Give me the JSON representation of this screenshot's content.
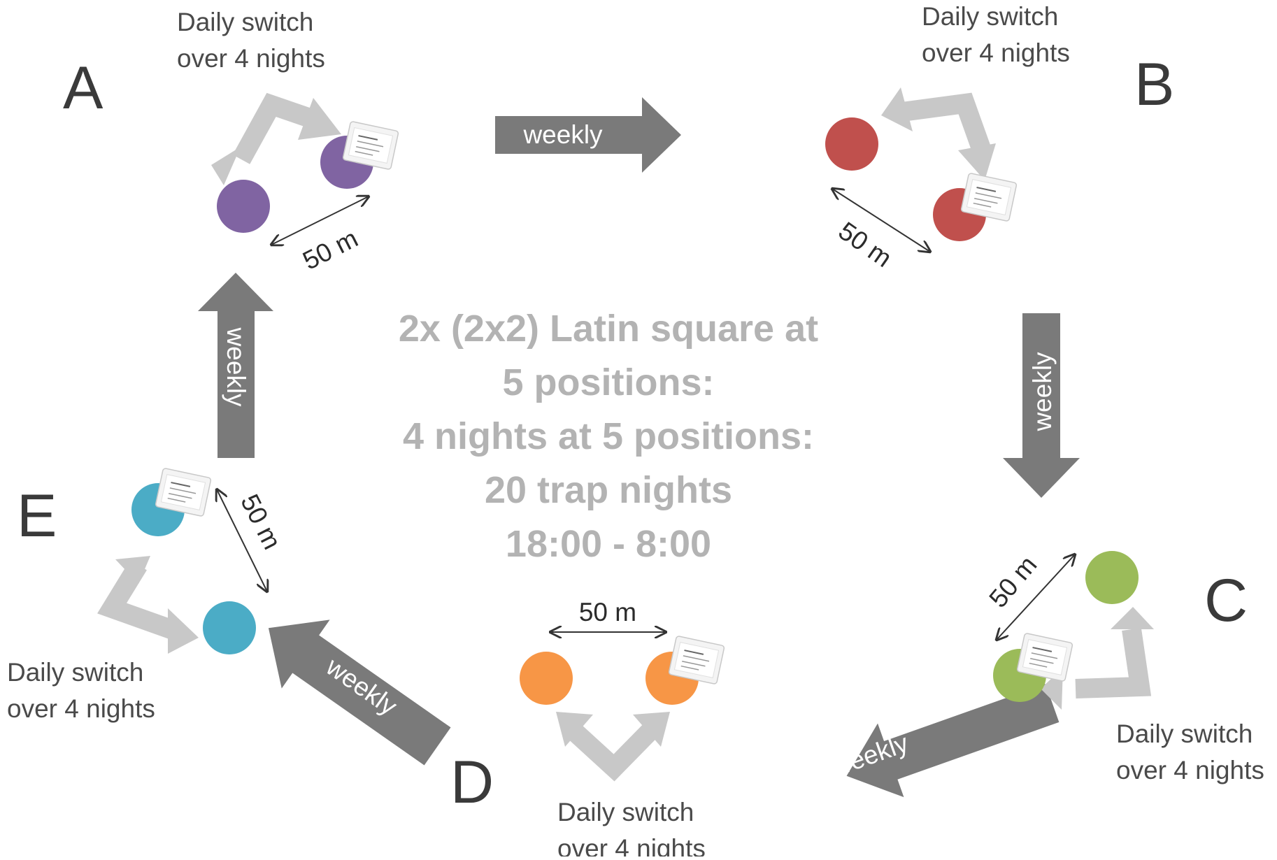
{
  "diagram": {
    "center_text": [
      "2x (2x2) Latin square at",
      "5 positions:",
      "4 nights at 5 positions:",
      "20 trap nights",
      "18:00 - 8:00"
    ],
    "weekly_label": "weekly",
    "switch_caption": [
      "Daily switch",
      "over 4 nights"
    ],
    "distance_label": "50 m",
    "colors": {
      "A": "#8064a2",
      "B": "#c0504d",
      "C": "#9bbb59",
      "D": "#f79646",
      "E": "#4bacc6",
      "weekly_arrow": "#7a7a7a",
      "switch_arrow": "#c8c8c8"
    },
    "positions": [
      {
        "letter": "A",
        "color": "#8064a2"
      },
      {
        "letter": "B",
        "color": "#c0504d"
      },
      {
        "letter": "C",
        "color": "#9bbb59"
      },
      {
        "letter": "D",
        "color": "#f79646"
      },
      {
        "letter": "E",
        "color": "#4bacc6"
      }
    ]
  }
}
